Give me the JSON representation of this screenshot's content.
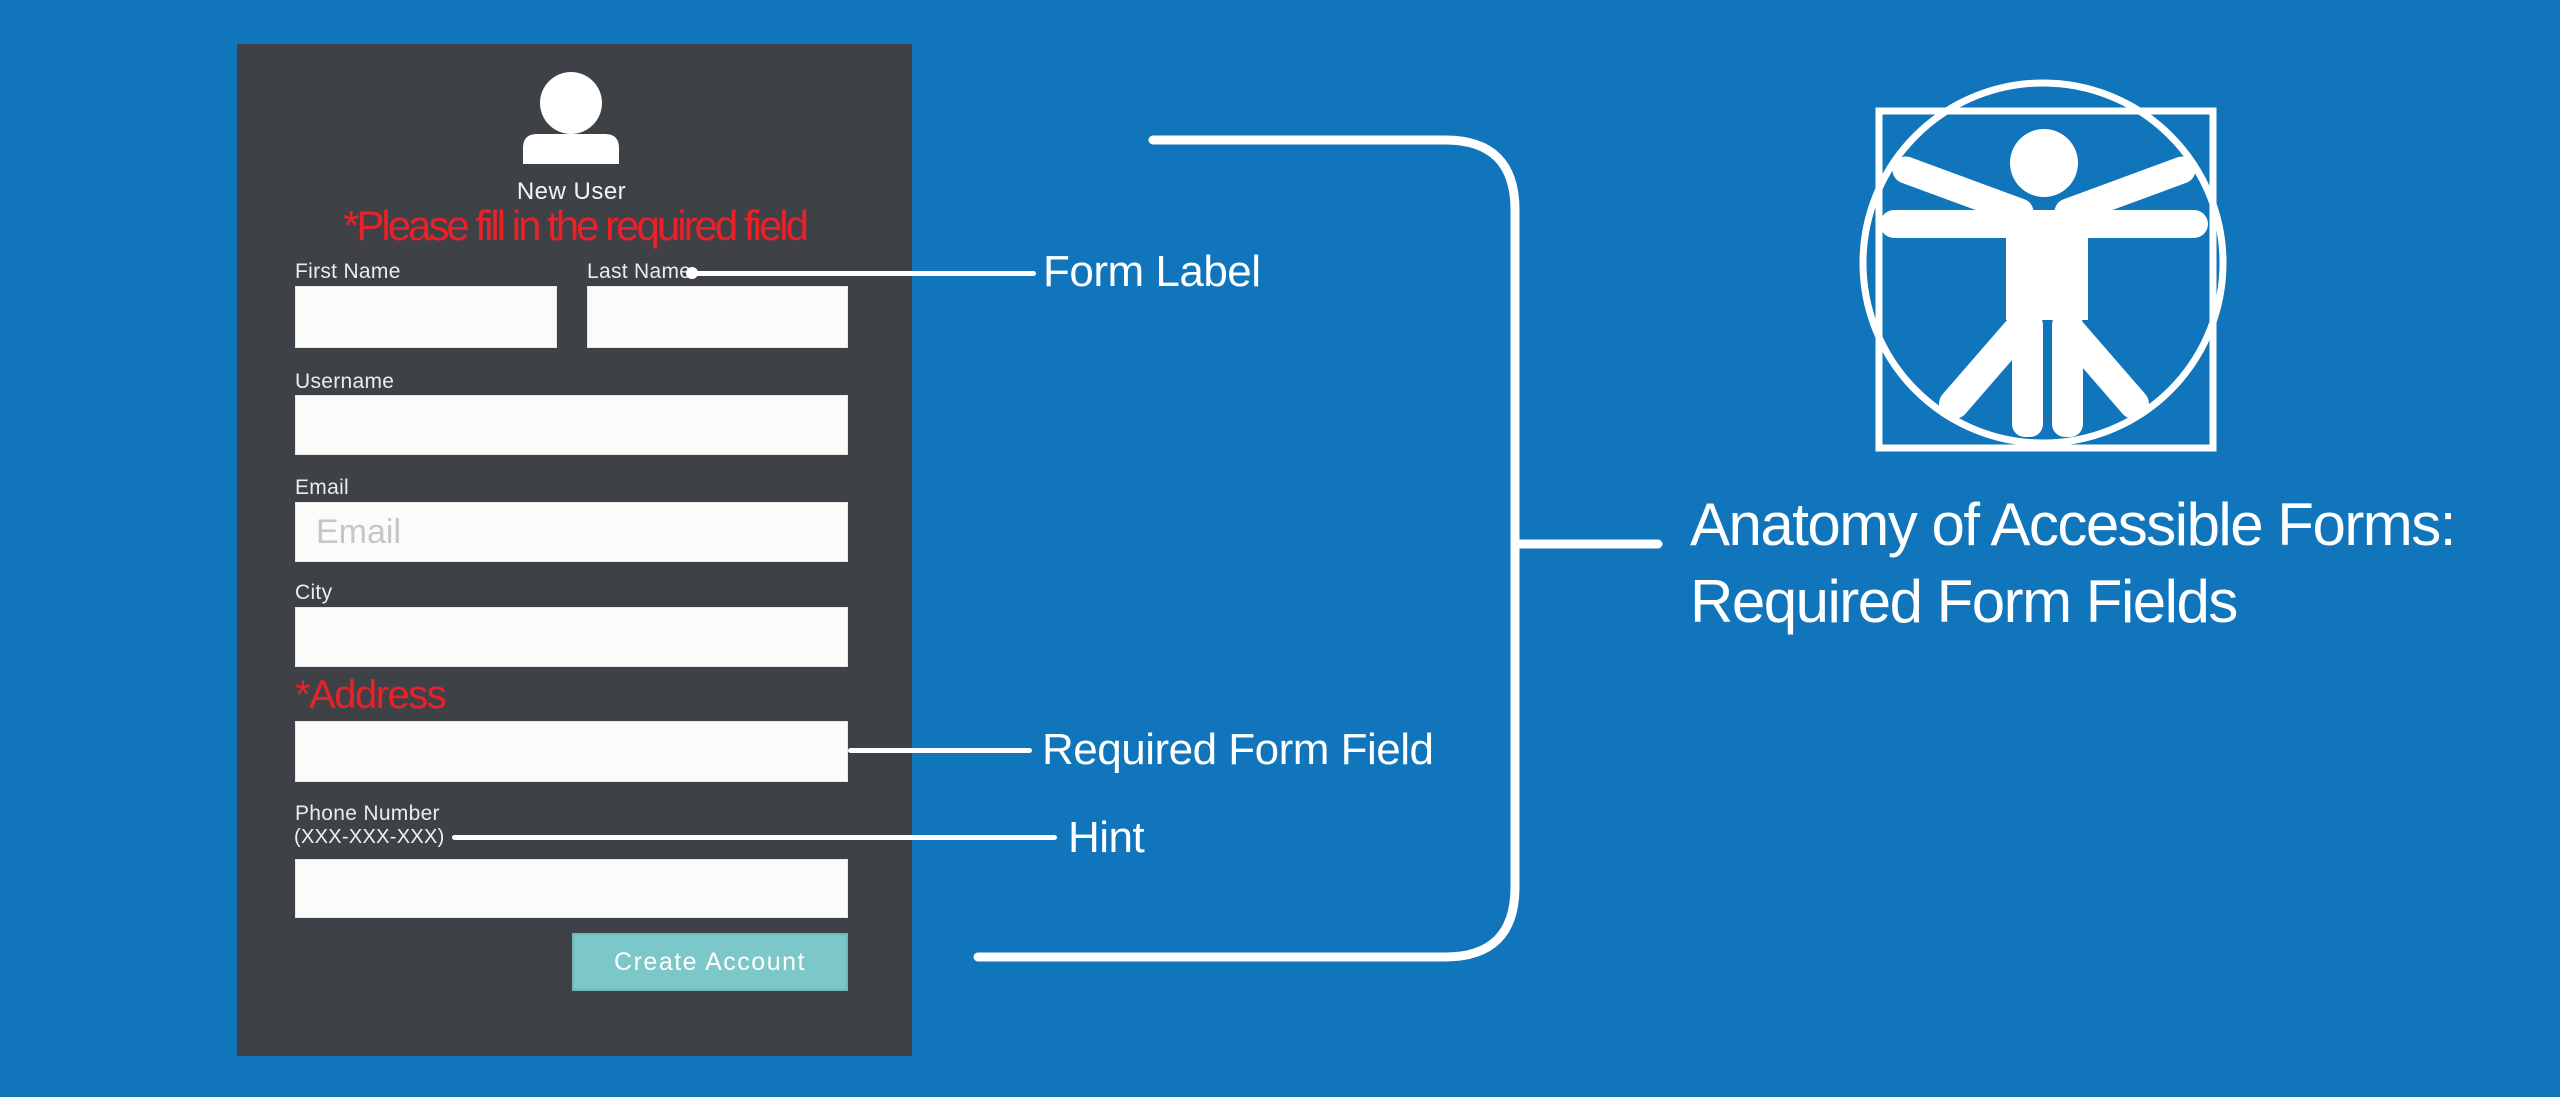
{
  "form": {
    "icon": "user-icon",
    "title": "New User",
    "validation_message": "*Please fill in the required field",
    "fields": [
      {
        "label": "First Name"
      },
      {
        "label": "Last Name"
      },
      {
        "label": "Username"
      },
      {
        "label": "Email",
        "placeholder": "Email"
      },
      {
        "label": "City"
      },
      {
        "label": "*Address",
        "required": true
      },
      {
        "label": "Phone Number",
        "hint": "(XXX-XXX-XXX)"
      }
    ],
    "submit_label": "Create Account"
  },
  "annotations": {
    "form_label": "Form Label",
    "required_field": "Required Form Field",
    "hint": "Hint"
  },
  "title": {
    "line1": "Anatomy of Accessible Forms:",
    "line2": "Required Form Fields"
  },
  "icons": {
    "left": "user-icon",
    "right": "vitruvian-man-icon"
  },
  "colors": {
    "background_blue": "#1175BB",
    "panel_gray": "#3E4146",
    "accent_red": "#EC2028",
    "button_teal": "#7CC7C7",
    "line_white": "#FFFFFF",
    "placeholder_gray": "#C6C6C6"
  }
}
